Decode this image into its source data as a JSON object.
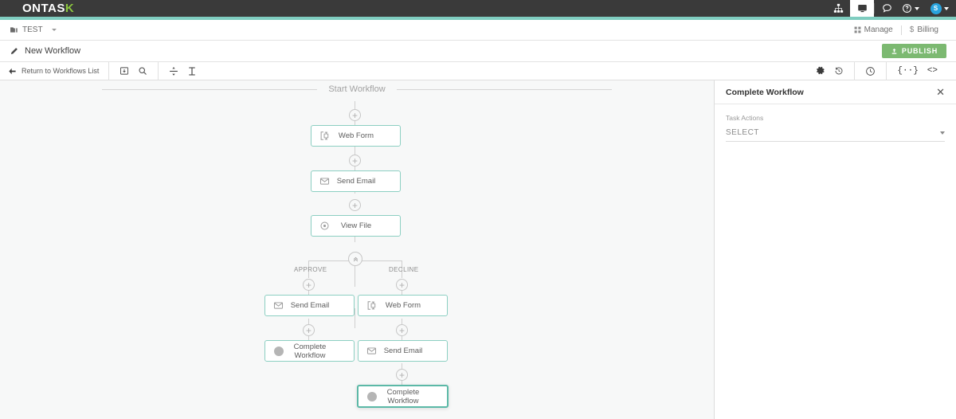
{
  "topbar": {
    "logo_main": "ONTAS",
    "logo_accent": "K",
    "icons": [
      {
        "name": "org-chart-icon",
        "glyph": "sitemap"
      },
      {
        "name": "screen-icon",
        "glyph": "display"
      },
      {
        "name": "chat-icon",
        "glyph": "comment"
      },
      {
        "name": "help-icon",
        "glyph": "question"
      }
    ],
    "avatar_initial": "S"
  },
  "breadcrumb": {
    "project": "TEST",
    "manage": "Manage",
    "billing": "Billing"
  },
  "titlebar": {
    "workflow_name": "New Workflow",
    "publish_label": "PUBLISH"
  },
  "toolbar": {
    "return_label": "Return to Workflows List",
    "left_icons": [
      {
        "name": "fit-screen-icon"
      },
      {
        "name": "search-icon"
      },
      {
        "name": "align-vertical-icon"
      },
      {
        "name": "adjust-height-icon"
      }
    ],
    "right_icons": [
      {
        "name": "gear-icon"
      },
      {
        "name": "history-icon"
      },
      {
        "name": "timer-icon"
      },
      {
        "name": "json-icon"
      },
      {
        "name": "code-icon"
      }
    ]
  },
  "canvas": {
    "header_label": "Start Workflow",
    "branch_labels": {
      "left": "APPROVE",
      "right": "DECLINE"
    },
    "nodes": [
      {
        "id": "n1",
        "label": "Web Form",
        "icon": "web-form-icon",
        "selected": false
      },
      {
        "id": "n2",
        "label": "Send Email",
        "icon": "envelope-icon",
        "selected": false
      },
      {
        "id": "n3",
        "label": "View File",
        "icon": "eye-icon",
        "selected": false
      },
      {
        "id": "n4",
        "label": "Send Email",
        "icon": "envelope-icon",
        "selected": false
      },
      {
        "id": "n5",
        "label": "Complete Workflow",
        "icon": "dot-icon",
        "selected": false
      },
      {
        "id": "n6",
        "label": "Web Form",
        "icon": "web-form-icon",
        "selected": false
      },
      {
        "id": "n7",
        "label": "Send Email",
        "icon": "envelope-icon",
        "selected": false
      },
      {
        "id": "n8",
        "label": "Complete Workflow",
        "icon": "dot-icon",
        "selected": true
      }
    ]
  },
  "panel": {
    "title": "Complete Workflow",
    "field_label": "Task Actions",
    "select_value": "SELECT"
  },
  "colors": {
    "header_bg": "#3a3a3a",
    "accent": "#7fcdc0",
    "publish_green": "#7cb971",
    "node_border": "#8ccfc2",
    "selected_border": "#5cb9a7",
    "canvas_bg": "#f7f8f8",
    "avatar_blue": "#29a3dd",
    "logo_accent": "#8cc63f"
  }
}
